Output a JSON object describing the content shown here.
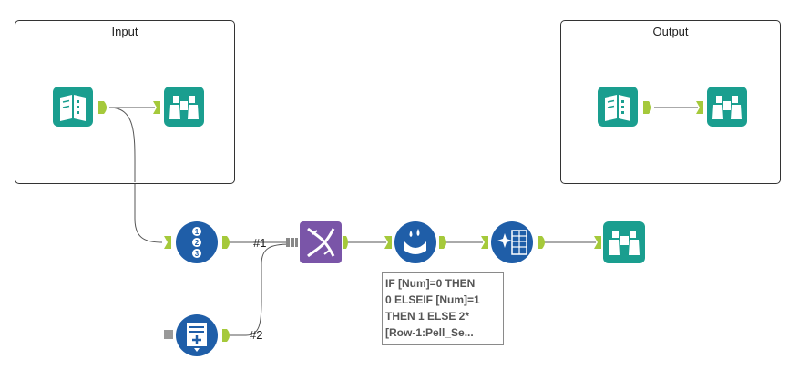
{
  "containers": {
    "input": {
      "title": "Input"
    },
    "output": {
      "title": "Output"
    }
  },
  "connections": {
    "label_1": "#1",
    "label_2": "#2"
  },
  "annotation": {
    "lines": [
      "IF [Num]=0 THEN",
      "0 ELSEIF [Num]=1",
      "THEN 1 ELSE 2*",
      "[Row-1:Pell_Se..."
    ]
  },
  "colors": {
    "teal": "#1a9e8f",
    "navy": "#1f5ea8",
    "purple": "#7a55a8",
    "anchor_green": "#a5c93b",
    "wire": "#555555"
  },
  "tools": [
    {
      "name": "input-container-input-data-tool",
      "icon": "book-icon"
    },
    {
      "name": "input-container-browse-tool",
      "icon": "binoculars-icon"
    },
    {
      "name": "output-container-input-data-tool",
      "icon": "book-icon"
    },
    {
      "name": "output-container-browse-tool",
      "icon": "binoculars-icon"
    },
    {
      "name": "record-id-tool",
      "icon": "numbered-list-icon"
    },
    {
      "name": "text-input-tool",
      "icon": "add-row-icon"
    },
    {
      "name": "append-fields-tool",
      "icon": "dna-icon"
    },
    {
      "name": "generate-rows-tool",
      "icon": "water-drop-icon"
    },
    {
      "name": "multi-row-formula-tool",
      "icon": "sparkle-grid-icon"
    },
    {
      "name": "final-browse-tool",
      "icon": "binoculars-icon"
    }
  ]
}
